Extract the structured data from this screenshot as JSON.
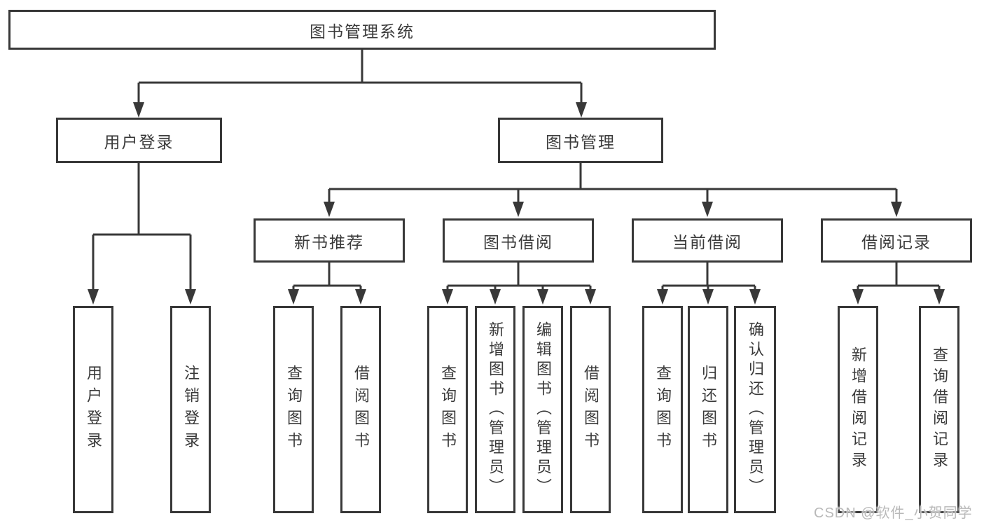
{
  "diagram_title": "图书管理系统",
  "tree": {
    "root": {
      "label": "图书管理系统"
    },
    "branches": [
      {
        "label": "用户登录",
        "children": [
          {
            "label": "用户登录"
          },
          {
            "label": "注销登录"
          }
        ]
      },
      {
        "label": "图书管理",
        "children": [
          {
            "label": "新书推荐",
            "children": [
              {
                "label": "查询图书"
              },
              {
                "label": "借阅图书"
              }
            ]
          },
          {
            "label": "图书借阅",
            "children": [
              {
                "label": "查询图书"
              },
              {
                "label": "新增图书（管理员）"
              },
              {
                "label": "编辑图书（管理员）"
              },
              {
                "label": "借阅图书"
              }
            ]
          },
          {
            "label": "当前借阅",
            "children": [
              {
                "label": "查询图书"
              },
              {
                "label": "归还图书"
              },
              {
                "label": "确认归还（管理员）"
              }
            ]
          },
          {
            "label": "借阅记录",
            "children": [
              {
                "label": "新增借阅记录"
              },
              {
                "label": "查询借阅记录"
              }
            ]
          }
        ]
      }
    ]
  },
  "watermark": "CSDN @软件_小贺同学",
  "colors": {
    "line": "#383838",
    "text": "#3a3a3a",
    "box_background": "#ffffff",
    "watermark": "#b9b9b9"
  }
}
